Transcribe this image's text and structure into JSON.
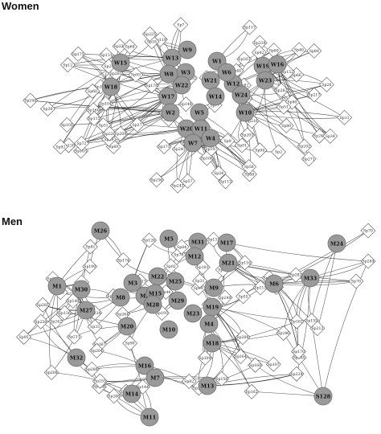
{
  "panels": [
    {
      "id": "women",
      "title": "Women",
      "people": [
        "W18",
        "W13",
        "W1",
        "W15",
        "W3",
        "W22",
        "W21",
        "W12",
        "W19",
        "W9",
        "W14",
        "W5",
        "W17",
        "W8",
        "W2",
        "W20",
        "W11",
        "W6",
        "W16",
        "W23",
        "W10",
        "W4",
        "W7",
        "W24"
      ],
      "species": [
        "Sp88",
        "Sp80",
        "Sp82",
        "Sp69",
        "Sp93",
        "Sp271",
        "Sp37",
        "Sp104",
        "Sp202",
        "Sp171",
        "Sp11",
        "Sp56",
        "Sp100",
        "Sp119",
        "Sp216",
        "Sp218",
        "Sp90",
        "Sp131",
        "Sp184",
        "Sp29",
        "Sp103",
        "Sp221",
        "Sp74",
        "Sp36",
        "Sp24",
        "Sp117",
        "Sp40",
        "Sp18",
        "Sp244",
        "Sp241",
        "Sp91",
        "Sp113",
        "Sp282",
        "Sp60",
        "Sp120",
        "Sp240",
        "Sp48",
        "Sp140",
        "Sp222",
        "Sp175",
        "Sp30",
        "Sp16",
        "Sp148",
        "Sp108",
        "Sp51",
        "Sp9",
        "Sp182",
        "Sp177",
        "Sp46",
        "Sp31",
        "Sp26",
        "Sp72",
        "Sp256",
        "Sp68",
        "Sp197",
        "Sp77",
        "Sp203",
        "Sp217",
        "Sp209",
        "Sp160",
        "Sp34",
        "Sp25",
        "Sp89",
        "Sp92",
        "Sp163",
        "Sp105",
        "Sp7",
        "Sp12",
        "Sp66",
        "Sp281",
        "Sp225",
        "Sp115",
        "Sp239",
        "Sp178",
        "Sp94",
        "Sp243",
        "Sp152",
        "Sp2",
        "Sp58",
        "Sp57",
        "Sp42",
        "Sp130"
      ]
    },
    {
      "id": "men",
      "title": "Men",
      "people": [
        "M26",
        "M5",
        "M31",
        "M17",
        "M24",
        "M12",
        "M21",
        "M33",
        "M6",
        "M1",
        "M30",
        "M3",
        "M2",
        "M22",
        "M25",
        "M8",
        "M15",
        "M9",
        "M19",
        "M27",
        "M32",
        "M29",
        "M28",
        "M4",
        "M10",
        "M23",
        "M18",
        "M20",
        "M16",
        "M7",
        "M13",
        "M14",
        "M11",
        "S128"
      ],
      "species": [
        "Sp70",
        "Sp284",
        "Sp70",
        "Sp206",
        "Sp282",
        "Sp164",
        "Sp102",
        "Sp144",
        "Sp225",
        "Sp33",
        "Sp213",
        "Sp137",
        "Sp138",
        "Sp90",
        "Sp93",
        "Sp185",
        "Sp78",
        "Sp136",
        "Sp246",
        "Sp234",
        "Sp83",
        "Sp224",
        "Sp101",
        "Sp155",
        "Sp187",
        "Sp160",
        "Sp123",
        "Sp242",
        "Sp211",
        "Sp249",
        "Sp190",
        "Sp107",
        "Sp237",
        "Sp167",
        "Sp116",
        "Sp259",
        "Sp126",
        "Sp99",
        "Sp81",
        "Sp255",
        "Sp285",
        "Sp288",
        "Sp193",
        "Sp288",
        "Sp158",
        "Sp55",
        "Sp86",
        "Sp253",
        "Sp258",
        "Sp174",
        "Sp111",
        "Sp61",
        "Sp204",
        "Sp162",
        "Sp208",
        "Sp9",
        "Sp92",
        "Sp31",
        "Sp109",
        "Sp264",
        "Sp212",
        "Sp170",
        "Sp82",
        "Sp149",
        "Sp44",
        "Sp84",
        "Sp95",
        "Sp200"
      ]
    }
  ]
}
